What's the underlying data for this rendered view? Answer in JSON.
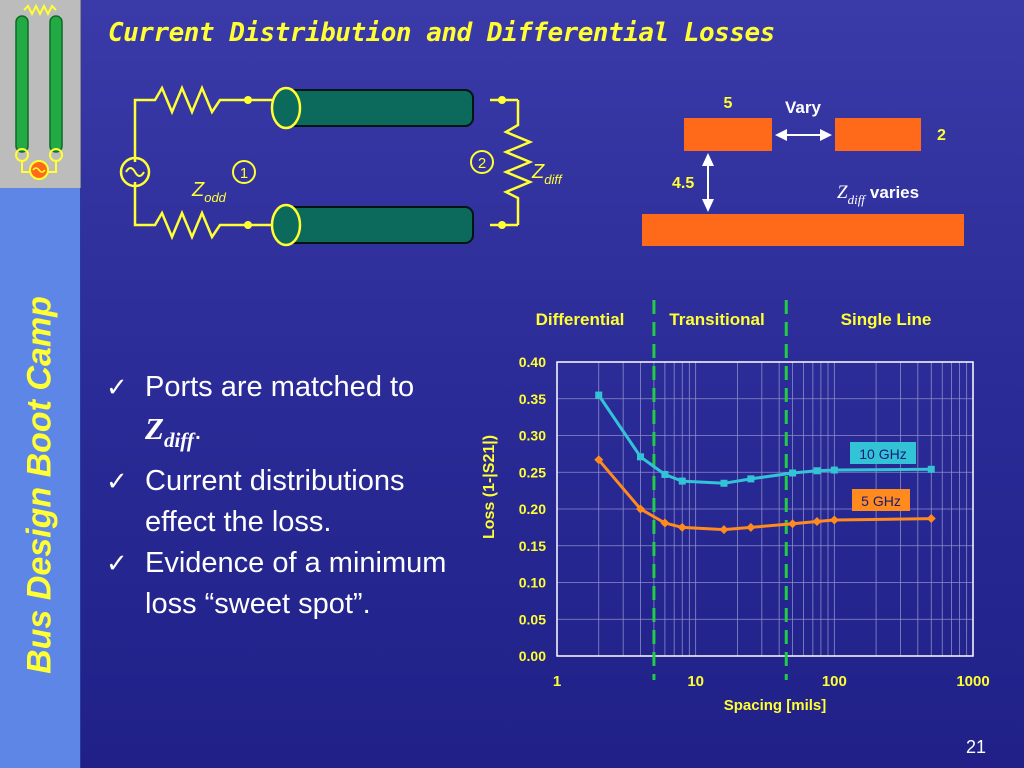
{
  "slide": {
    "title": "Current Distribution and Differential Losses",
    "side_title": "Bus Design Boot Camp",
    "number": "21"
  },
  "circuit": {
    "port1": "1",
    "port2": "2",
    "z_odd_main": "Z",
    "z_odd_sub": "odd",
    "z_diff_main": "Z",
    "z_diff_sub": "diff"
  },
  "cross_section": {
    "width_label": "5",
    "vary_label": "Vary",
    "thickness_label": "2",
    "height_label": "4.5",
    "zdiff_main": "Z",
    "zdiff_sub": "diff",
    "varies_label": "varies",
    "trace_color": "#ff6a1a"
  },
  "bullets": [
    {
      "text": "Ports are matched to ",
      "z": "Z",
      "sub": "diff",
      "after": "."
    },
    {
      "text": "Current distributions effect the loss."
    },
    {
      "text": "Evidence of a minimum loss “sweet spot”."
    }
  ],
  "chart_data": {
    "type": "line",
    "xlabel": "Spacing [mils]",
    "ylabel": "Loss (1-|S21|)",
    "xscale": "log",
    "xlim": [
      1,
      1000
    ],
    "ylim": [
      0,
      0.4
    ],
    "xticks": [
      "1",
      "10",
      "100",
      "1000"
    ],
    "yticks": [
      "0.00",
      "0.05",
      "0.10",
      "0.15",
      "0.20",
      "0.25",
      "0.30",
      "0.35",
      "0.40"
    ],
    "grid": true,
    "regions": [
      "Differential",
      "Transitional",
      "Single Line"
    ],
    "region_boundaries": [
      5,
      45
    ],
    "series": [
      {
        "name": "10 GHz",
        "color": "#33c3d6",
        "x": [
          2,
          4,
          6,
          8,
          16,
          25,
          50,
          75,
          100,
          500
        ],
        "y": [
          0.355,
          0.271,
          0.247,
          0.238,
          0.235,
          0.241,
          0.249,
          0.252,
          0.253,
          0.254
        ]
      },
      {
        "name": "5 GHz",
        "color": "#ff8a1e",
        "x": [
          2,
          4,
          6,
          8,
          16,
          25,
          50,
          75,
          100,
          500
        ],
        "y": [
          0.267,
          0.2,
          0.181,
          0.175,
          0.172,
          0.175,
          0.18,
          0.183,
          0.185,
          0.187
        ]
      }
    ]
  }
}
